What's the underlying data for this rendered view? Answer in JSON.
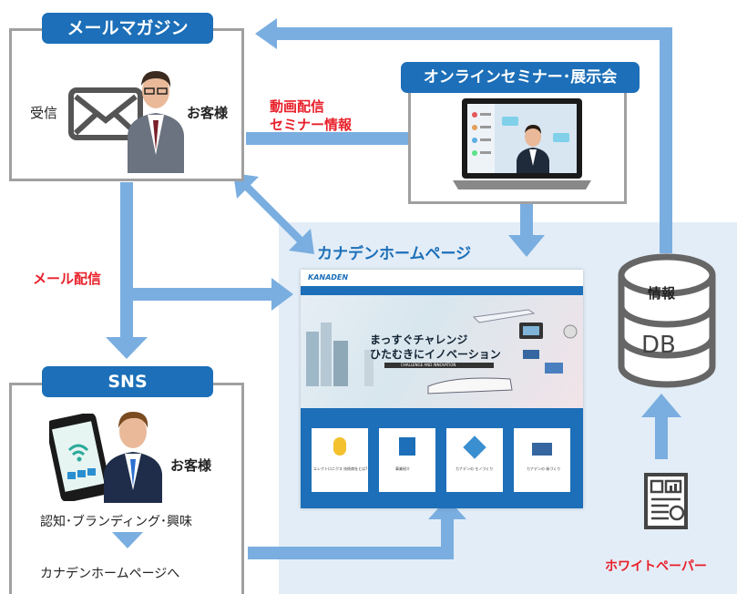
{
  "mail_magazine": {
    "title": "メールマガジン",
    "receive_label": "受信",
    "customer_label": "お客様"
  },
  "seminar": {
    "title": "オンラインセミナー･展示会"
  },
  "flow_labels": {
    "video_line1": "動画配信",
    "video_line2": "セミナー情報",
    "mail_delivery": "メール配信"
  },
  "homepage": {
    "title": "カナデンホームページ",
    "logo": "KANADEN",
    "hero_line1": "まっすぐチャレンジ",
    "hero_line2": "ひたむきにイノベーション",
    "hero_sub": "CHALLENGE AND INNOVATION",
    "cards": [
      "エレクトロニクス 技術商社とは?",
      "事業紹介",
      "カナデンの モノづくり",
      "カナデンの 街づくり"
    ]
  },
  "db": {
    "info_label": "情報",
    "db_label": "DB"
  },
  "sns": {
    "title": "SNS",
    "customer_label": "お客様",
    "flow_text": "認知･ブランディング･興味",
    "destination_text": "カナデンホームページへ"
  },
  "whitepaper": {
    "label": "ホワイトペーパー"
  },
  "colors": {
    "accent_blue": "#1c6fb8",
    "arrow_blue": "#7aaee0",
    "highlight_red": "#e8202a",
    "panel_bg": "#e3edf7"
  }
}
